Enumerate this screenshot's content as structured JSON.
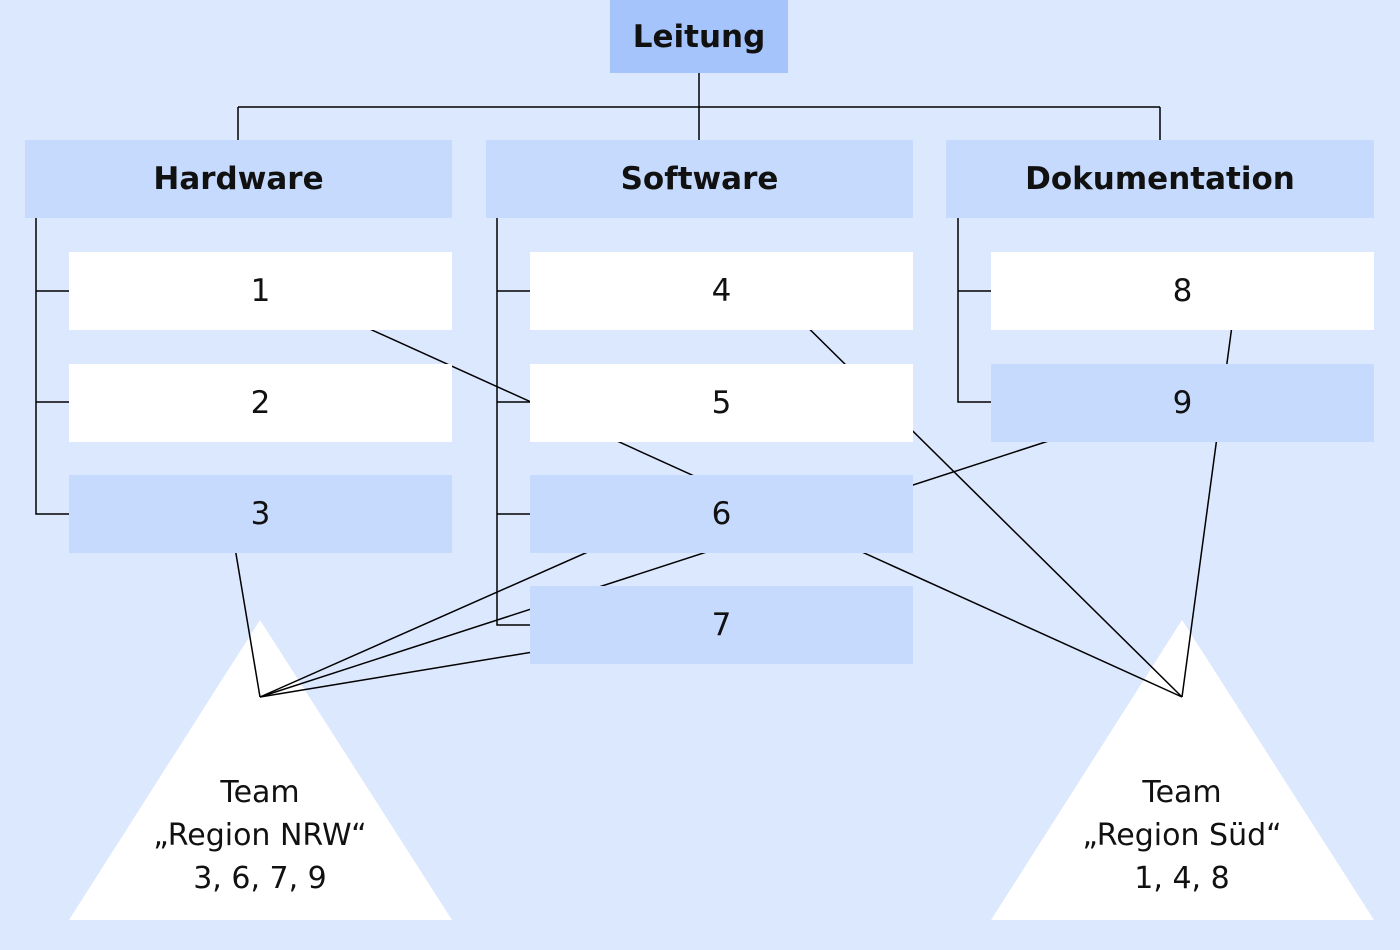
{
  "leitung": "Leitung",
  "departments": [
    {
      "name": "Hardware",
      "items": [
        {
          "label": "1",
          "highlight": false
        },
        {
          "label": "2",
          "highlight": false
        },
        {
          "label": "3",
          "highlight": true
        }
      ]
    },
    {
      "name": "Software",
      "items": [
        {
          "label": "4",
          "highlight": false
        },
        {
          "label": "5",
          "highlight": false
        },
        {
          "label": "6",
          "highlight": true
        },
        {
          "label": "7",
          "highlight": true
        }
      ]
    },
    {
      "name": "Dokumentation",
      "items": [
        {
          "label": "8",
          "highlight": false
        },
        {
          "label": "9",
          "highlight": true
        }
      ]
    }
  ],
  "teams": [
    {
      "line1": "Team",
      "line2": "„Region NRW“",
      "line3": "3, 6, 7, 9",
      "targets": [
        "3",
        "6",
        "7",
        "9"
      ]
    },
    {
      "line1": "Team",
      "line2": "„Region Süd“",
      "line3": "1, 4, 8",
      "targets": [
        "1",
        "4",
        "8"
      ]
    }
  ],
  "colors": {
    "background": "#dce8fd",
    "top_box": "#a6c4fc",
    "dept_box": "#c6dafd",
    "item_white": "#ffffff",
    "item_highlight": "#c6dafd",
    "line": "#000000"
  }
}
